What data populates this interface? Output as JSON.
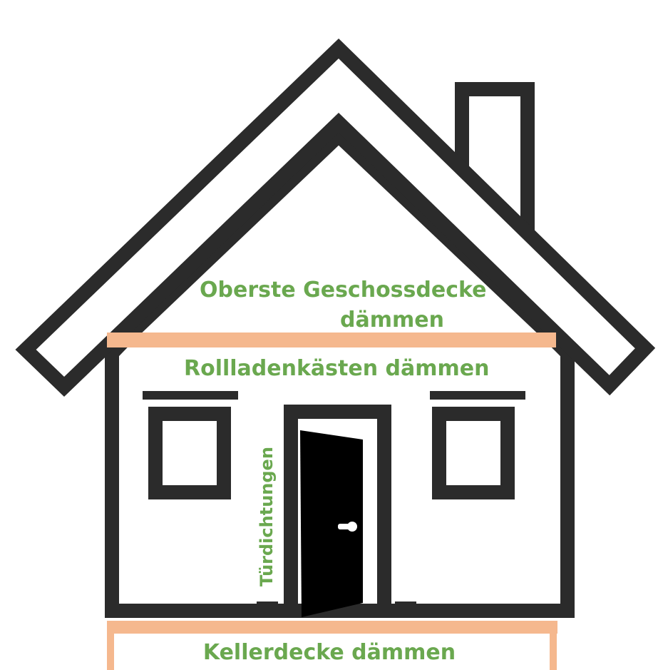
{
  "labels": {
    "top_floor_line1": "Oberste Geschossdecke",
    "top_floor_line2": "dämmen",
    "roller_shutter": "Rollladenkästen dämmen",
    "door_seals": "Türdichtungen",
    "basement": "Kellerdecke dämmen"
  },
  "colors": {
    "outline": "#2b2b2b",
    "label_green": "#6aa84f",
    "insulation_orange": "#f5b88e",
    "door": "#000000"
  }
}
